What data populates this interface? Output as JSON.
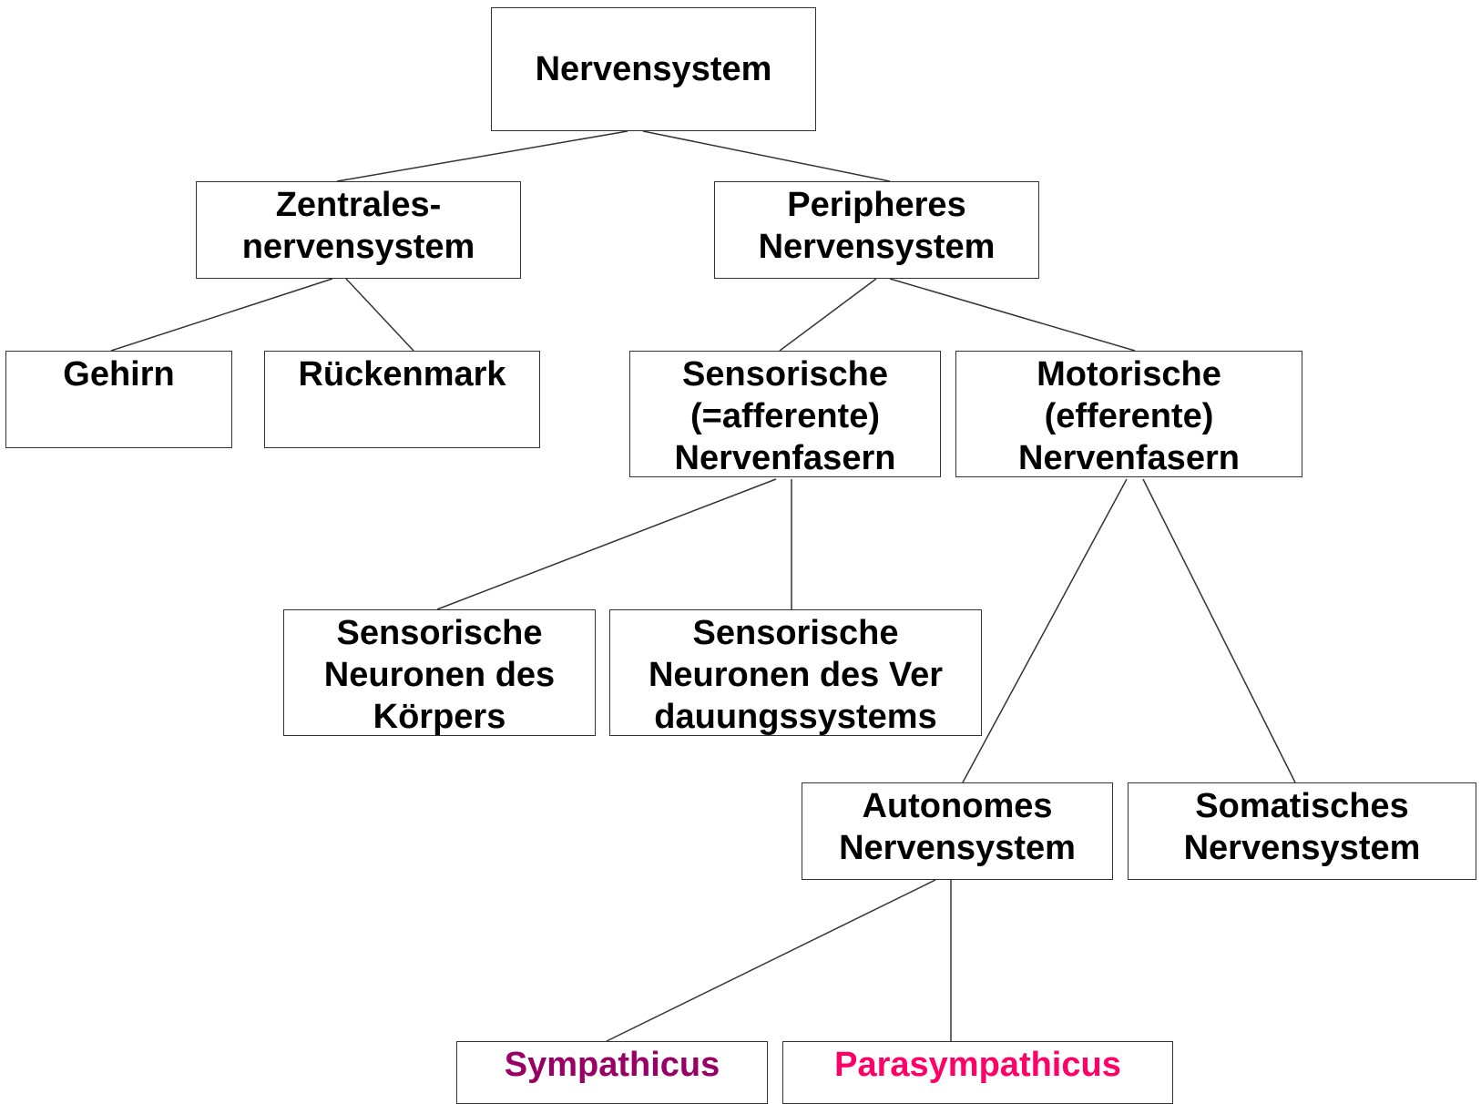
{
  "nodes": {
    "root": {
      "lines": [
        "Nervensystem"
      ]
    },
    "zns": {
      "lines": [
        "Zentrales-",
        "nervensystem"
      ]
    },
    "pns": {
      "lines": [
        "Peripheres",
        "Nervensystem"
      ]
    },
    "gehirn": {
      "lines": [
        "Gehirn"
      ]
    },
    "rueckenmark": {
      "lines": [
        "Rückenmark"
      ]
    },
    "sensorisch": {
      "lines": [
        "Sensorische",
        "(=afferente)",
        "Nervenfasern"
      ]
    },
    "motorisch": {
      "lines": [
        "Motorische",
        "(efferente)",
        "Nervenfasern"
      ]
    },
    "sens_koerper": {
      "lines": [
        "Sensorische",
        "Neuronen des",
        "Körpers"
      ]
    },
    "sens_verdauung": {
      "lines": [
        "Sensorische",
        "Neuronen des Ver",
        "dauungssystems"
      ]
    },
    "autonom": {
      "lines": [
        "Autonomes",
        "Nervensystem"
      ]
    },
    "somatisch": {
      "lines": [
        "Somatisches",
        "Nervensystem"
      ]
    },
    "sympathicus": {
      "lines": [
        "Sympathicus"
      ],
      "color": "#990066"
    },
    "parasympathicus": {
      "lines": [
        "Parasympathicus"
      ],
      "color": "#ff0066"
    }
  },
  "edges": [
    [
      "root",
      "zns"
    ],
    [
      "root",
      "pns"
    ],
    [
      "zns",
      "gehirn"
    ],
    [
      "zns",
      "rueckenmark"
    ],
    [
      "pns",
      "sensorisch"
    ],
    [
      "pns",
      "motorisch"
    ],
    [
      "sensorisch",
      "sens_koerper"
    ],
    [
      "sensorisch",
      "sens_verdauung"
    ],
    [
      "motorisch",
      "autonom"
    ],
    [
      "motorisch",
      "somatisch"
    ],
    [
      "autonom",
      "sympathicus"
    ],
    [
      "autonom",
      "parasympathicus"
    ]
  ]
}
